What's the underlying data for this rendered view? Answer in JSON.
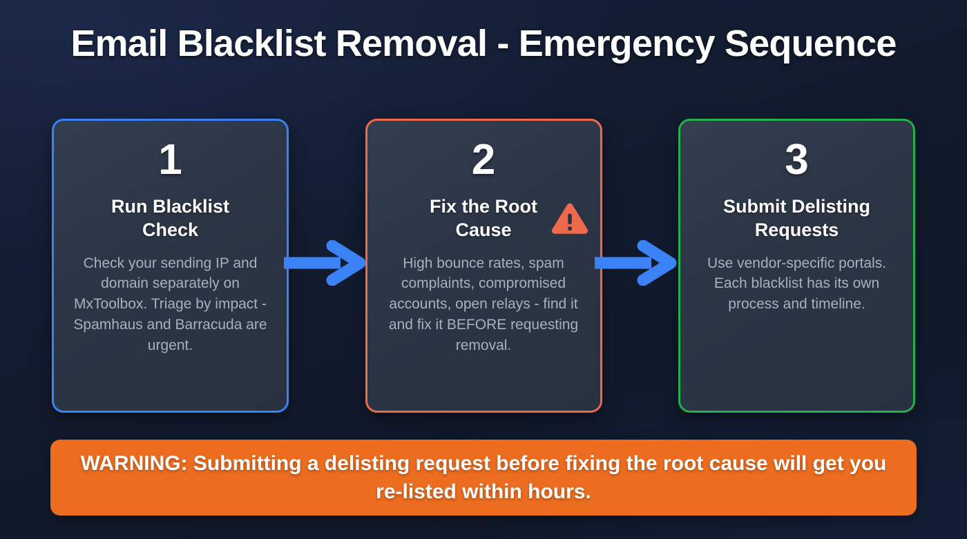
{
  "page": {
    "title": "Email Blacklist Removal - Emergency Sequence",
    "background_color": "#121b2e"
  },
  "steps": [
    {
      "number": "1",
      "title": "Run Blacklist Check",
      "description": "Check your sending IP and domain separately on MxToolbox. Triage by impact - Spamhaus and Barracuda are urgent.",
      "accent_color": "#3b82f6",
      "icon": null
    },
    {
      "number": "2",
      "title": "Fix the Root Cause",
      "description": "High bounce rates, spam complaints, compromised accounts, open relays - find it and fix it BEFORE requesting removal.",
      "accent_color": "#ef6a4c",
      "icon": "warning-triangle-icon"
    },
    {
      "number": "3",
      "title": "Submit Delisting Requests",
      "description": "Use vendor-specific portals. Each blacklist has its own process and timeline.",
      "accent_color": "#22b24c",
      "icon": null
    }
  ],
  "connectors": [
    {
      "name": "arrow-step-1-to-2",
      "icon": "arrow-right-icon",
      "color": "#3b82f6"
    },
    {
      "name": "arrow-step-2-to-3",
      "icon": "arrow-right-icon",
      "color": "#3b82f6"
    }
  ],
  "banner": {
    "text": "WARNING: Submitting a delisting request before fixing the root cause will get you re-listed within hours.",
    "background_color": "#ec6d20",
    "text_color": "#ffffff"
  }
}
